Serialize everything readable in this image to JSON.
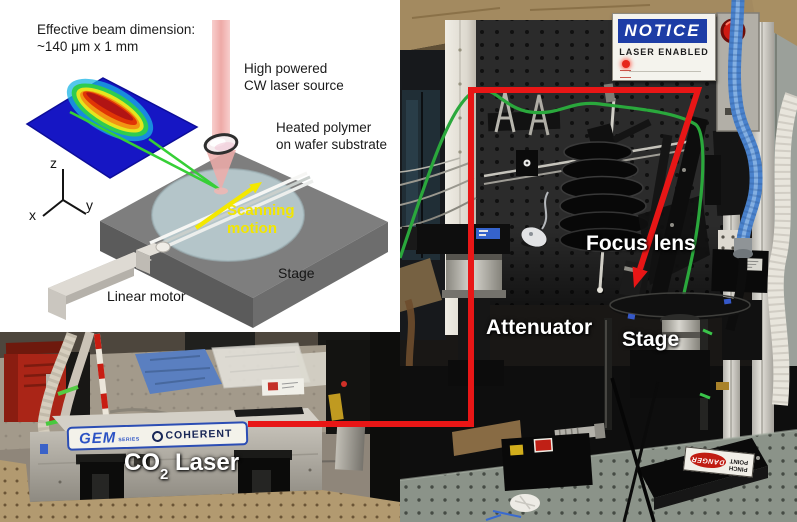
{
  "schematic": {
    "beam_dimension_line1": "Effective beam dimension:",
    "beam_dimension_line2": "~140 μm x 1 mm",
    "laser_source_line1": "High powered",
    "laser_source_line2": "CW laser source",
    "polymer_line1": "Heated polymer",
    "polymer_line2": "on wafer substrate",
    "scanning_line1": "Scanning",
    "scanning_line2": "motion",
    "stage_label": "Stage",
    "linear_motor_label": "Linear motor",
    "axis_z": "z",
    "axis_x": "x",
    "axis_y": "y"
  },
  "right_photo": {
    "notice_sign": {
      "title": "NOTICE",
      "status": "LASER ENABLED"
    },
    "focus_lens_label": "Focus lens",
    "attenuator_label": "Attenuator",
    "stage_label": "Stage",
    "danger_sticker": {
      "header": "DANGER",
      "line1": "PINCH",
      "line2": "POINT"
    }
  },
  "bottom_photo": {
    "laser_label": {
      "prefix": "CO",
      "subscript": "2",
      "suffix": " Laser"
    },
    "laser_brand": {
      "model": "GEM",
      "model_suffix": "SERIES",
      "manufacturer": "COHERENT"
    }
  },
  "colors": {
    "beam_path_red": "#e81616",
    "notice_blue": "#1d3da6",
    "scanning_yellow": "#f2e600",
    "profile_green": "#36cf36"
  }
}
